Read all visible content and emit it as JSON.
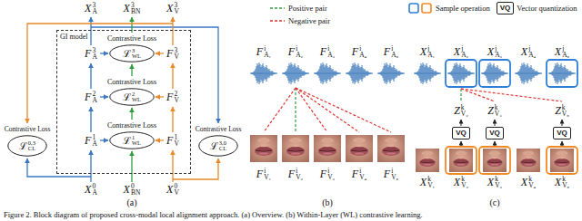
{
  "diagram": {
    "caption": "Figure 2. Block diagram of proposed cross-modal local alignment approach. (a) Overview. (b) Within-Layer (WL) contrastive learning.",
    "nodes": [
      {
        "text": [
          "GI model"
        ]
      },
      {
        "text": [
          "Contrastive Loss",
          "ℒ",
          "3",
          "WL"
        ],
        "in": 0
      },
      {
        "text": [
          "Contrastive Loss",
          "ℒ",
          "2",
          "WL"
        ],
        "in": 0
      },
      {
        "text": [
          "Contrastive Loss",
          "ℒ",
          "1",
          "WL"
        ],
        "in": 0
      },
      {
        "text": [
          "Contrastive Loss",
          "ℒ",
          "0,3",
          "CL"
        ]
      },
      {
        "text": [
          "Contrastive Loss",
          "ℒ",
          "3,0",
          "CL"
        ]
      },
      {
        "text": [
          "VQ"
        ]
      },
      {
        "text": [
          "VQ"
        ]
      },
      {
        "text": [
          "VQ"
        ]
      },
      {
        "text": [
          "VQ"
        ]
      }
    ],
    "labels": [
      "X",
      "3",
      "A",
      "X",
      "3",
      "BN",
      "X",
      "3",
      "V",
      "F",
      "3",
      "A",
      "F",
      "3",
      "V",
      "F",
      "2",
      "A",
      "F",
      "2",
      "V",
      "F",
      "1",
      "A",
      "F",
      "1",
      "V",
      "X",
      "0",
      "A",
      "X",
      "0",
      "BN",
      "X",
      "0",
      "V",
      "F",
      "i",
      "A₁",
      "F",
      "i",
      "A₂",
      "F",
      "i",
      "A₃",
      "F",
      "i",
      "A₄",
      "F",
      "i",
      "A₅",
      "F",
      "i",
      "V₁",
      "F",
      "i",
      "V₂",
      "F",
      "i",
      "V₃",
      "F",
      "i",
      "V₄",
      "F",
      "i",
      "V₅",
      "X",
      "j",
      "A₁",
      "X",
      "j",
      "A₂",
      "X",
      "j",
      "A₃",
      "X",
      "j",
      "A₄",
      "X",
      "j",
      "A₅",
      "Z",
      "k",
      "V₂",
      "Z",
      "k",
      "V₃",
      "Z",
      "k",
      "V₅",
      "X",
      "k",
      "V₁",
      "X",
      "k",
      "V₂",
      "X",
      "k",
      "V₃",
      "X",
      "k",
      "V₄",
      "X",
      "k",
      "V₅",
      "(a)",
      "(b)",
      "(c)"
    ],
    "legend": [
      {
        "text": "Positive pair"
      },
      {
        "text": "Negative pair"
      },
      {
        "text": "Sample operation"
      },
      {
        "text": "Vector quantization"
      }
    ]
  }
}
